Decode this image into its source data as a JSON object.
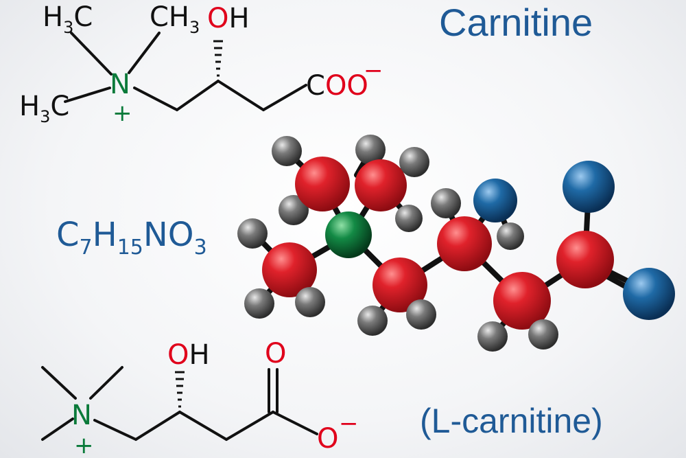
{
  "title": "Carnitine",
  "subtitle": "(L-carnitine)",
  "formula": {
    "parts": [
      {
        "text": "C",
        "sub": "7"
      },
      {
        "text": "H",
        "sub": "15"
      },
      {
        "text": "N",
        "sub": ""
      },
      {
        "text": "O",
        "sub": "3"
      }
    ]
  },
  "structure_top": {
    "methyl_top_left": {
      "base": "H",
      "sub": "3",
      "tail": "C"
    },
    "methyl_top_right": {
      "base": "CH",
      "sub": "3"
    },
    "methyl_left": {
      "base": "H",
      "sub": "3",
      "tail": "C"
    },
    "nitrogen": "N",
    "nitrogen_charge": "+",
    "hydroxyl": "OH",
    "carboxylate_c": "C",
    "carboxylate_o": "OO",
    "carboxylate_charge": "−"
  },
  "structure_bottom": {
    "nitrogen": "N",
    "nitrogen_charge": "+",
    "hydroxyl": "OH",
    "carbonyl_o": "O",
    "oxide_o": "O",
    "oxide_charge": "−"
  },
  "colors": {
    "title_blue": "#1f5a96",
    "bond_black": "#111111",
    "oxygen_red": "#e0001b",
    "nitrogen_green": "#0a7a3a",
    "atom_carbon": "#d9212a",
    "atom_hydrogen": "#555555",
    "atom_nitrogen": "#0f7a3e",
    "atom_oxygen": "#1a5c93"
  }
}
